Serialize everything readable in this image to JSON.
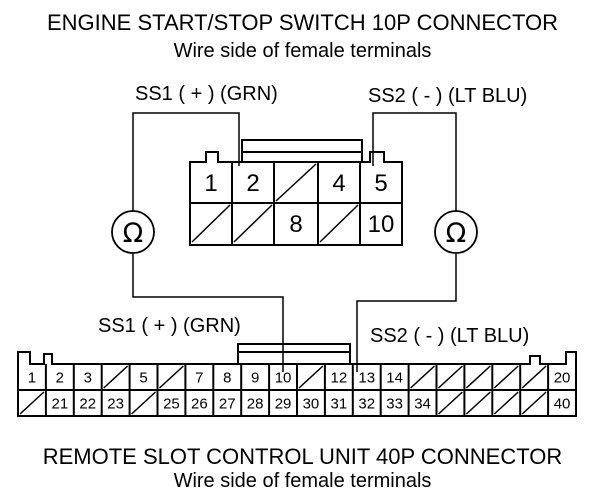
{
  "top_connector": {
    "title": "ENGINE START/STOP SWITCH 10P CONNECTOR",
    "subtitle": "Wire side of female terminals",
    "cells_row1": [
      "1",
      "2",
      "/",
      "4",
      "5"
    ],
    "cells_row2": [
      "/",
      "/",
      "8",
      "/",
      "10"
    ]
  },
  "bottom_connector": {
    "title": "REMOTE SLOT CONTROL UNIT 40P CONNECTOR",
    "subtitle": "Wire side of female terminals",
    "cells_row1": [
      "1",
      "2",
      "3",
      "/",
      "5",
      "/",
      "7",
      "8",
      "9",
      "10",
      "/",
      "12",
      "13",
      "14",
      "/",
      "/",
      "/",
      "/",
      "/",
      "20"
    ],
    "cells_row2": [
      "/",
      "21",
      "22",
      "23",
      "/",
      "25",
      "26",
      "27",
      "28",
      "29",
      "30",
      "31",
      "32",
      "33",
      "34",
      "/",
      "/",
      "/",
      "/",
      "40"
    ]
  },
  "wires": {
    "ss1_top_label": "SS1 ( + ) (GRN)",
    "ss2_top_label": "SS2 ( - ) (LT BLU)",
    "ss1_bottom_label": "SS1 ( + ) (GRN)",
    "ss2_bottom_label": "SS2 ( - ) (LT BLU)"
  },
  "meters": {
    "left_symbol": "Ω",
    "right_symbol": "Ω"
  }
}
